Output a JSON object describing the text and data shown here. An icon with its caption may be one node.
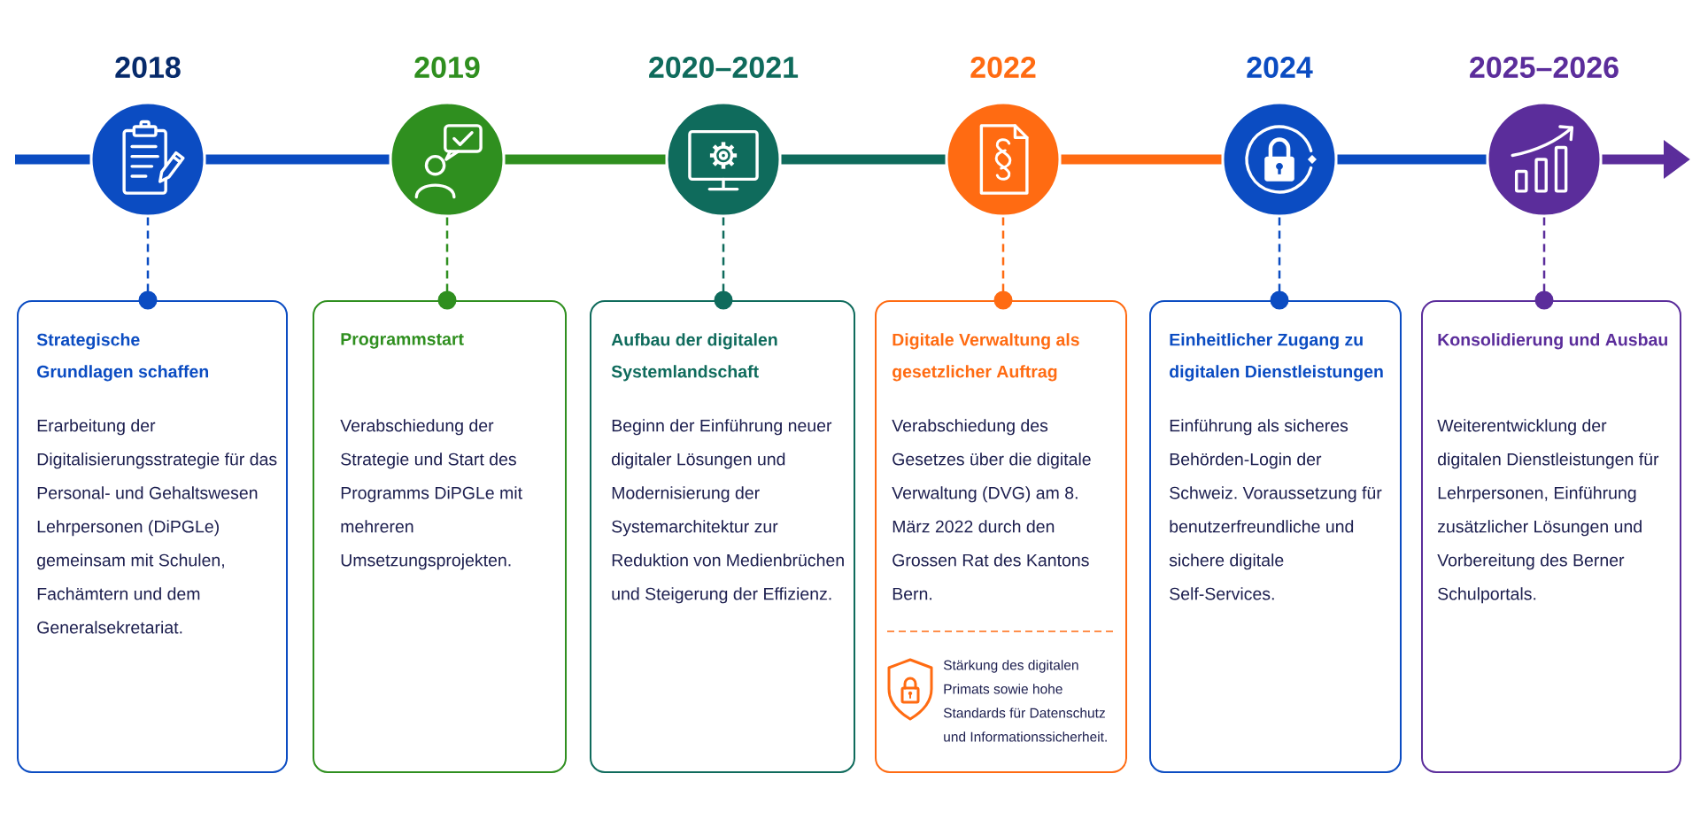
{
  "diagram": {
    "nodes": [
      {
        "text": [
          "2018"
        ]
      },
      {
        "text": [
          "2019"
        ]
      },
      {
        "text": [
          "2020–2021"
        ]
      },
      {
        "text": [
          "2022"
        ]
      },
      {
        "text": [
          "2024"
        ]
      },
      {
        "text": [
          "2025–2026"
        ]
      },
      {
        "text": [
          "Strategische Grundlagen schaffen",
          "Erarbeitung der Digitalisierungsstrategie für das Personal- und Gehaltswesen Lehrpersonen (DiPGLe) gemeinsam mit Schulen, Fachämtern und dem Generalsekretariat."
        ]
      },
      {
        "text": [
          "Programmstart",
          "Verabschiedung der Strategie und Start des Programms DiPGLe mit mehreren Umsetzungsprojekten."
        ]
      },
      {
        "text": [
          "Aufbau der digitalen Systemlandschaft",
          "Beginn der Einführung neuer digitaler Lösungen und Modernisierung der Systemarchitektur zur Reduktion von Medienbrüchen und Steigerung der Effizienz."
        ]
      },
      {
        "text": [
          "Digitale Verwaltung als gesetzlicher Auftrag",
          "Verabschiedung des Gesetzes über die digitale Verwaltung (DVG) am 8. März 2022 durch den Grossen Rat des Kantons Bern.",
          "Stärkung des digitalen Primats sowie hohe Standards für Datenschutz und Informationssicherheit."
        ]
      },
      {
        "text": [
          "Einheitlicher Zugang zu digitalen Dienstleistungen",
          "Einführung als sicheres Behörden-Login der Schweiz. Voraussetzung für benutzerfreundliche und sichere digitale Self-Services."
        ]
      },
      {
        "text": [
          "Konsolidierung und Ausbau",
          "Weiterentwicklung der digitalen Dienstleistungen für Lehrpersonen, Einführung zusätzlicher Lösungen und Vorbereitung des Berner Schulportals."
        ]
      }
    ],
    "edges": [
      {
        "from": null,
        "to": 0,
        "arrow": "none",
        "color": "#0b4cc2"
      },
      {
        "from": 0,
        "to": 1,
        "arrow": "none",
        "color": "#0b4cc2"
      },
      {
        "from": 1,
        "to": 2,
        "arrow": "none",
        "color": "#2f8f1f"
      },
      {
        "from": 2,
        "to": 3,
        "arrow": "none",
        "color": "#0f6b5c"
      },
      {
        "from": 3,
        "to": 4,
        "arrow": "none",
        "color": "#ff6b12"
      },
      {
        "from": 4,
        "to": 5,
        "arrow": "none",
        "color": "#0b4cc2"
      },
      {
        "from": 5,
        "to": null,
        "arrow": "to",
        "color": "#5b2d9b"
      },
      {
        "from": 0,
        "to": 6,
        "arrow": "other",
        "style": "dashed",
        "color": "#0b4cc2"
      },
      {
        "from": 1,
        "to": 7,
        "arrow": "other",
        "style": "dashed",
        "color": "#2f8f1f"
      },
      {
        "from": 2,
        "to": 8,
        "arrow": "other",
        "style": "dashed",
        "color": "#0f6b5c"
      },
      {
        "from": 3,
        "to": 9,
        "arrow": "other",
        "style": "dashed",
        "color": "#ff6b12"
      },
      {
        "from": 4,
        "to": 10,
        "arrow": "other",
        "style": "dashed",
        "color": "#0b4cc2"
      },
      {
        "from": 5,
        "to": 11,
        "arrow": "other",
        "style": "dashed",
        "color": "#5b2d9b"
      }
    ]
  }
}
